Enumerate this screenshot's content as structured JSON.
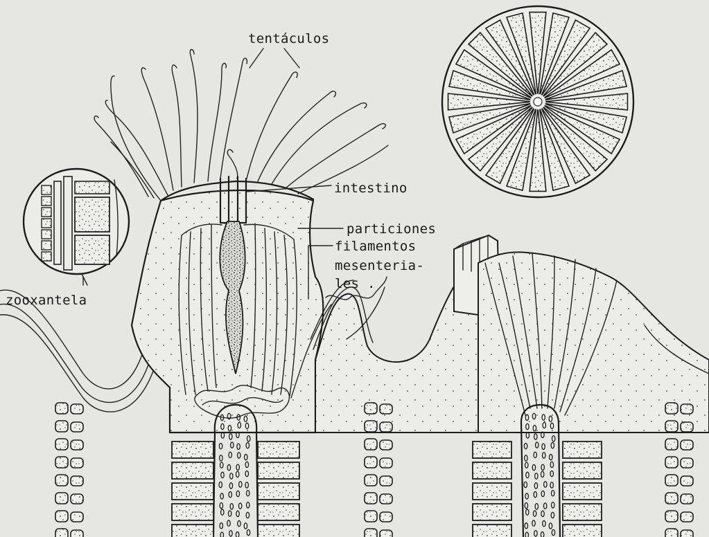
{
  "labels": {
    "tentaculos": "tentáculos",
    "intestino": "intestino",
    "particiones": "particiones",
    "filamentos": "filamentos",
    "mesenteria": "mesenteria-",
    "les": "les .",
    "zooxantela": "zooxantela"
  },
  "colors": {
    "paper": "#e6e6e3",
    "ink": "#1c1c1c"
  }
}
